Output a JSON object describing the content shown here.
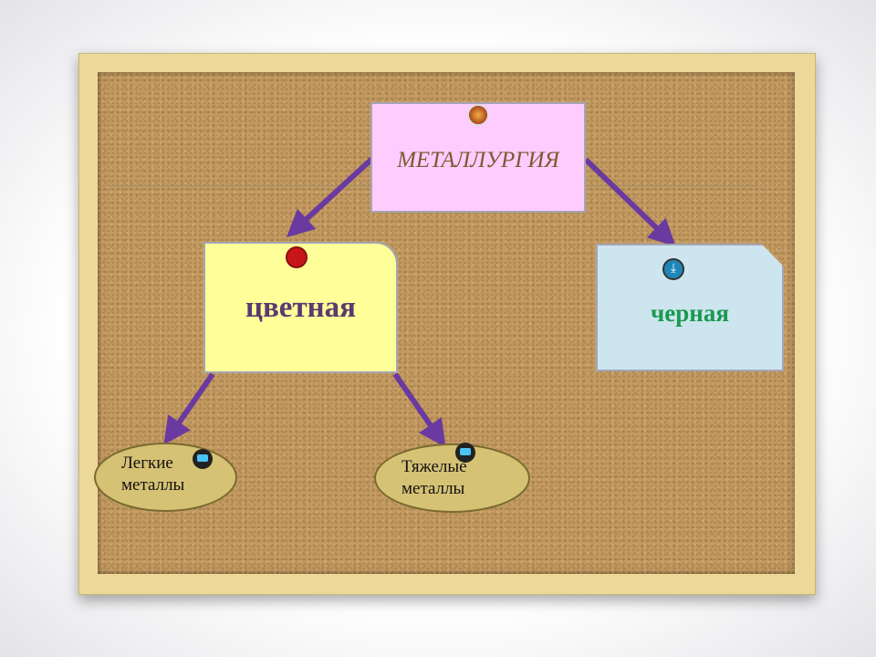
{
  "root": {
    "label": "МЕТАЛЛУРГИЯ",
    "icon": "flag-icon"
  },
  "branches": [
    {
      "label": "цветная",
      "icon": "pin-icon"
    },
    {
      "label": "черная",
      "icon": "download-icon"
    }
  ],
  "leaves": [
    {
      "label_line1": "Легкие",
      "label_line2": "металлы",
      "icon": "comment-icon"
    },
    {
      "label_line1": "Тяжелые",
      "label_line2": "металлы",
      "icon": "comment-icon"
    }
  ],
  "colors": {
    "arrow": "#6a3aa0",
    "root_bg": "#ffccff",
    "tsvetnaya_bg": "#ffff99",
    "chernaya_bg": "#cde5ee"
  }
}
